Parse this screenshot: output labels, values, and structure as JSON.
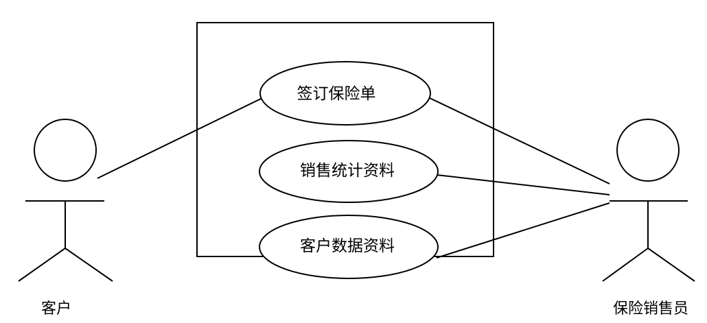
{
  "actors": {
    "customer": {
      "label": "客户"
    },
    "agent": {
      "label": "保险销售员"
    }
  },
  "use_cases": [
    {
      "label": "签订保险单"
    },
    {
      "label": "销售统计资料"
    },
    {
      "label": "客户数据资料"
    }
  ],
  "colors": {
    "stroke": "#000000",
    "background": "#ffffff"
  }
}
